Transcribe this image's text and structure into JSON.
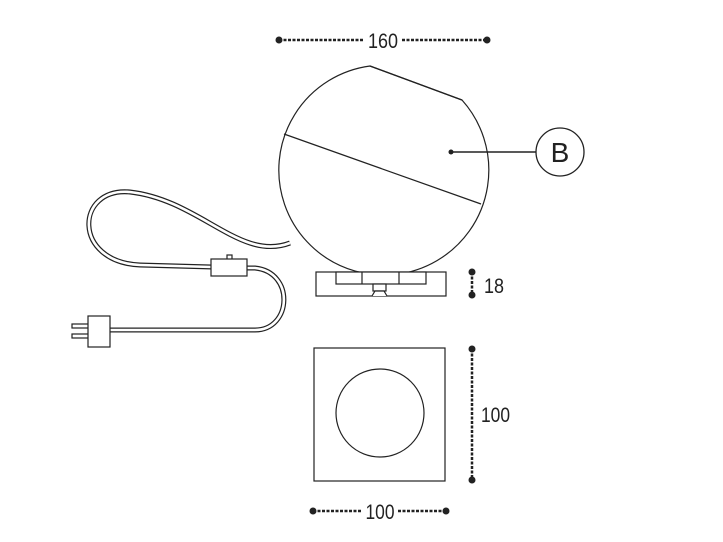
{
  "dimensions": {
    "width_top": "160",
    "base_height": "18",
    "base_depth": "100",
    "base_width": "100"
  },
  "callout": {
    "label": "B"
  },
  "colors": {
    "line": "#222222",
    "background": "#ffffff"
  }
}
